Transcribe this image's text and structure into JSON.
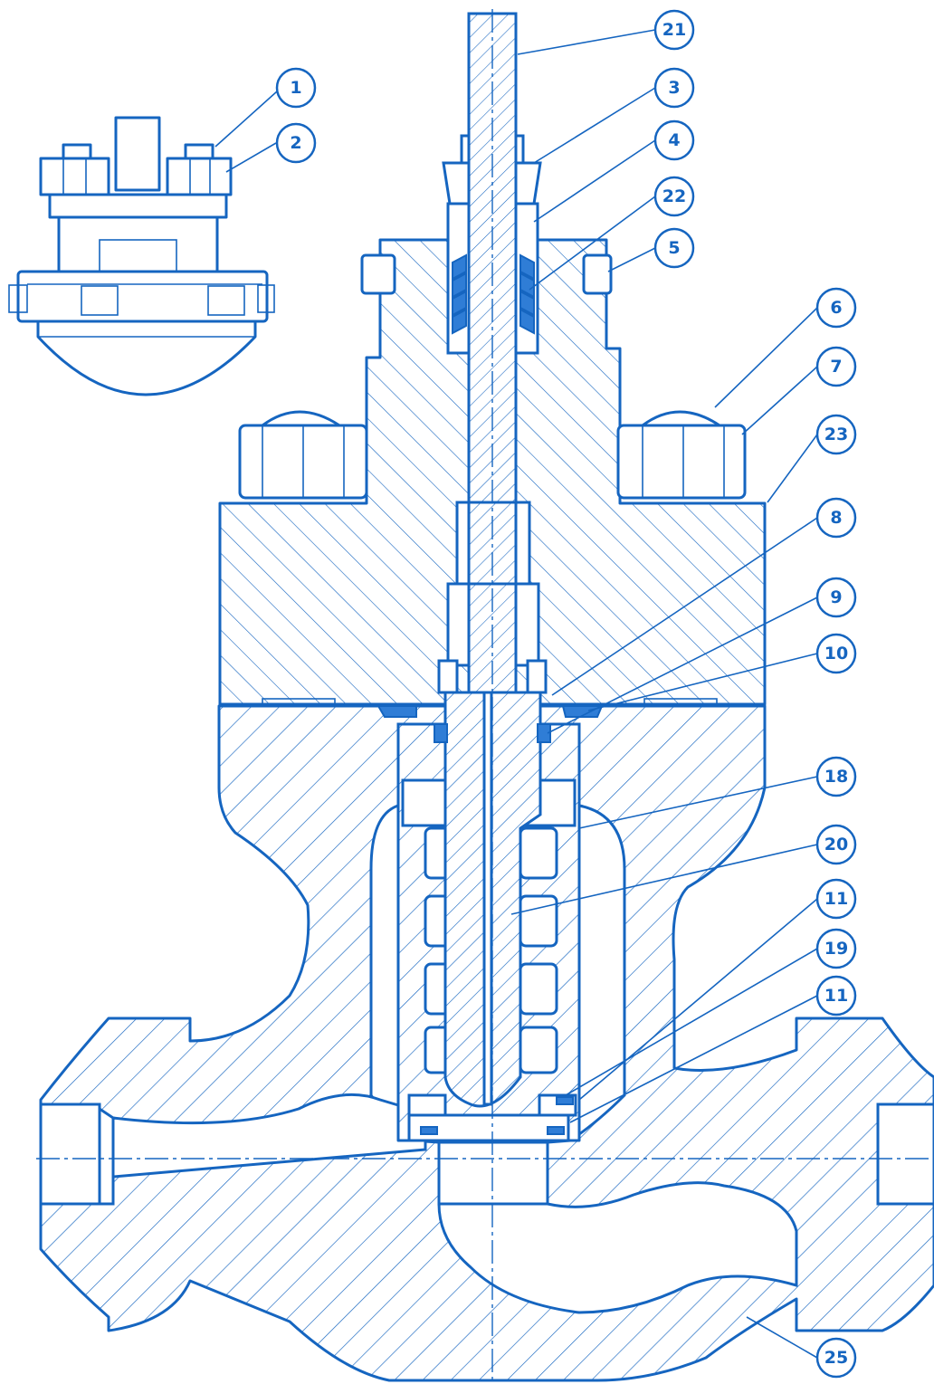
{
  "colors": {
    "line": "#1565c0",
    "background": "#ffffff"
  },
  "callouts": [
    {
      "id": "c21a",
      "label": "21"
    },
    {
      "id": "c1",
      "label": "1"
    },
    {
      "id": "c3",
      "label": "3"
    },
    {
      "id": "c2",
      "label": "2"
    },
    {
      "id": "c4",
      "label": "4"
    },
    {
      "id": "c22",
      "label": "22"
    },
    {
      "id": "c5",
      "label": "5"
    },
    {
      "id": "c6",
      "label": "6"
    },
    {
      "id": "c7",
      "label": "7"
    },
    {
      "id": "c23",
      "label": "23"
    },
    {
      "id": "c8",
      "label": "8"
    },
    {
      "id": "c9",
      "label": "9"
    },
    {
      "id": "c10",
      "label": "10"
    },
    {
      "id": "c18",
      "label": "18"
    },
    {
      "id": "c20",
      "label": "20"
    },
    {
      "id": "c11a",
      "label": "11"
    },
    {
      "id": "c19",
      "label": "19"
    },
    {
      "id": "c11b",
      "label": "11"
    },
    {
      "id": "c25",
      "label": "25"
    }
  ]
}
